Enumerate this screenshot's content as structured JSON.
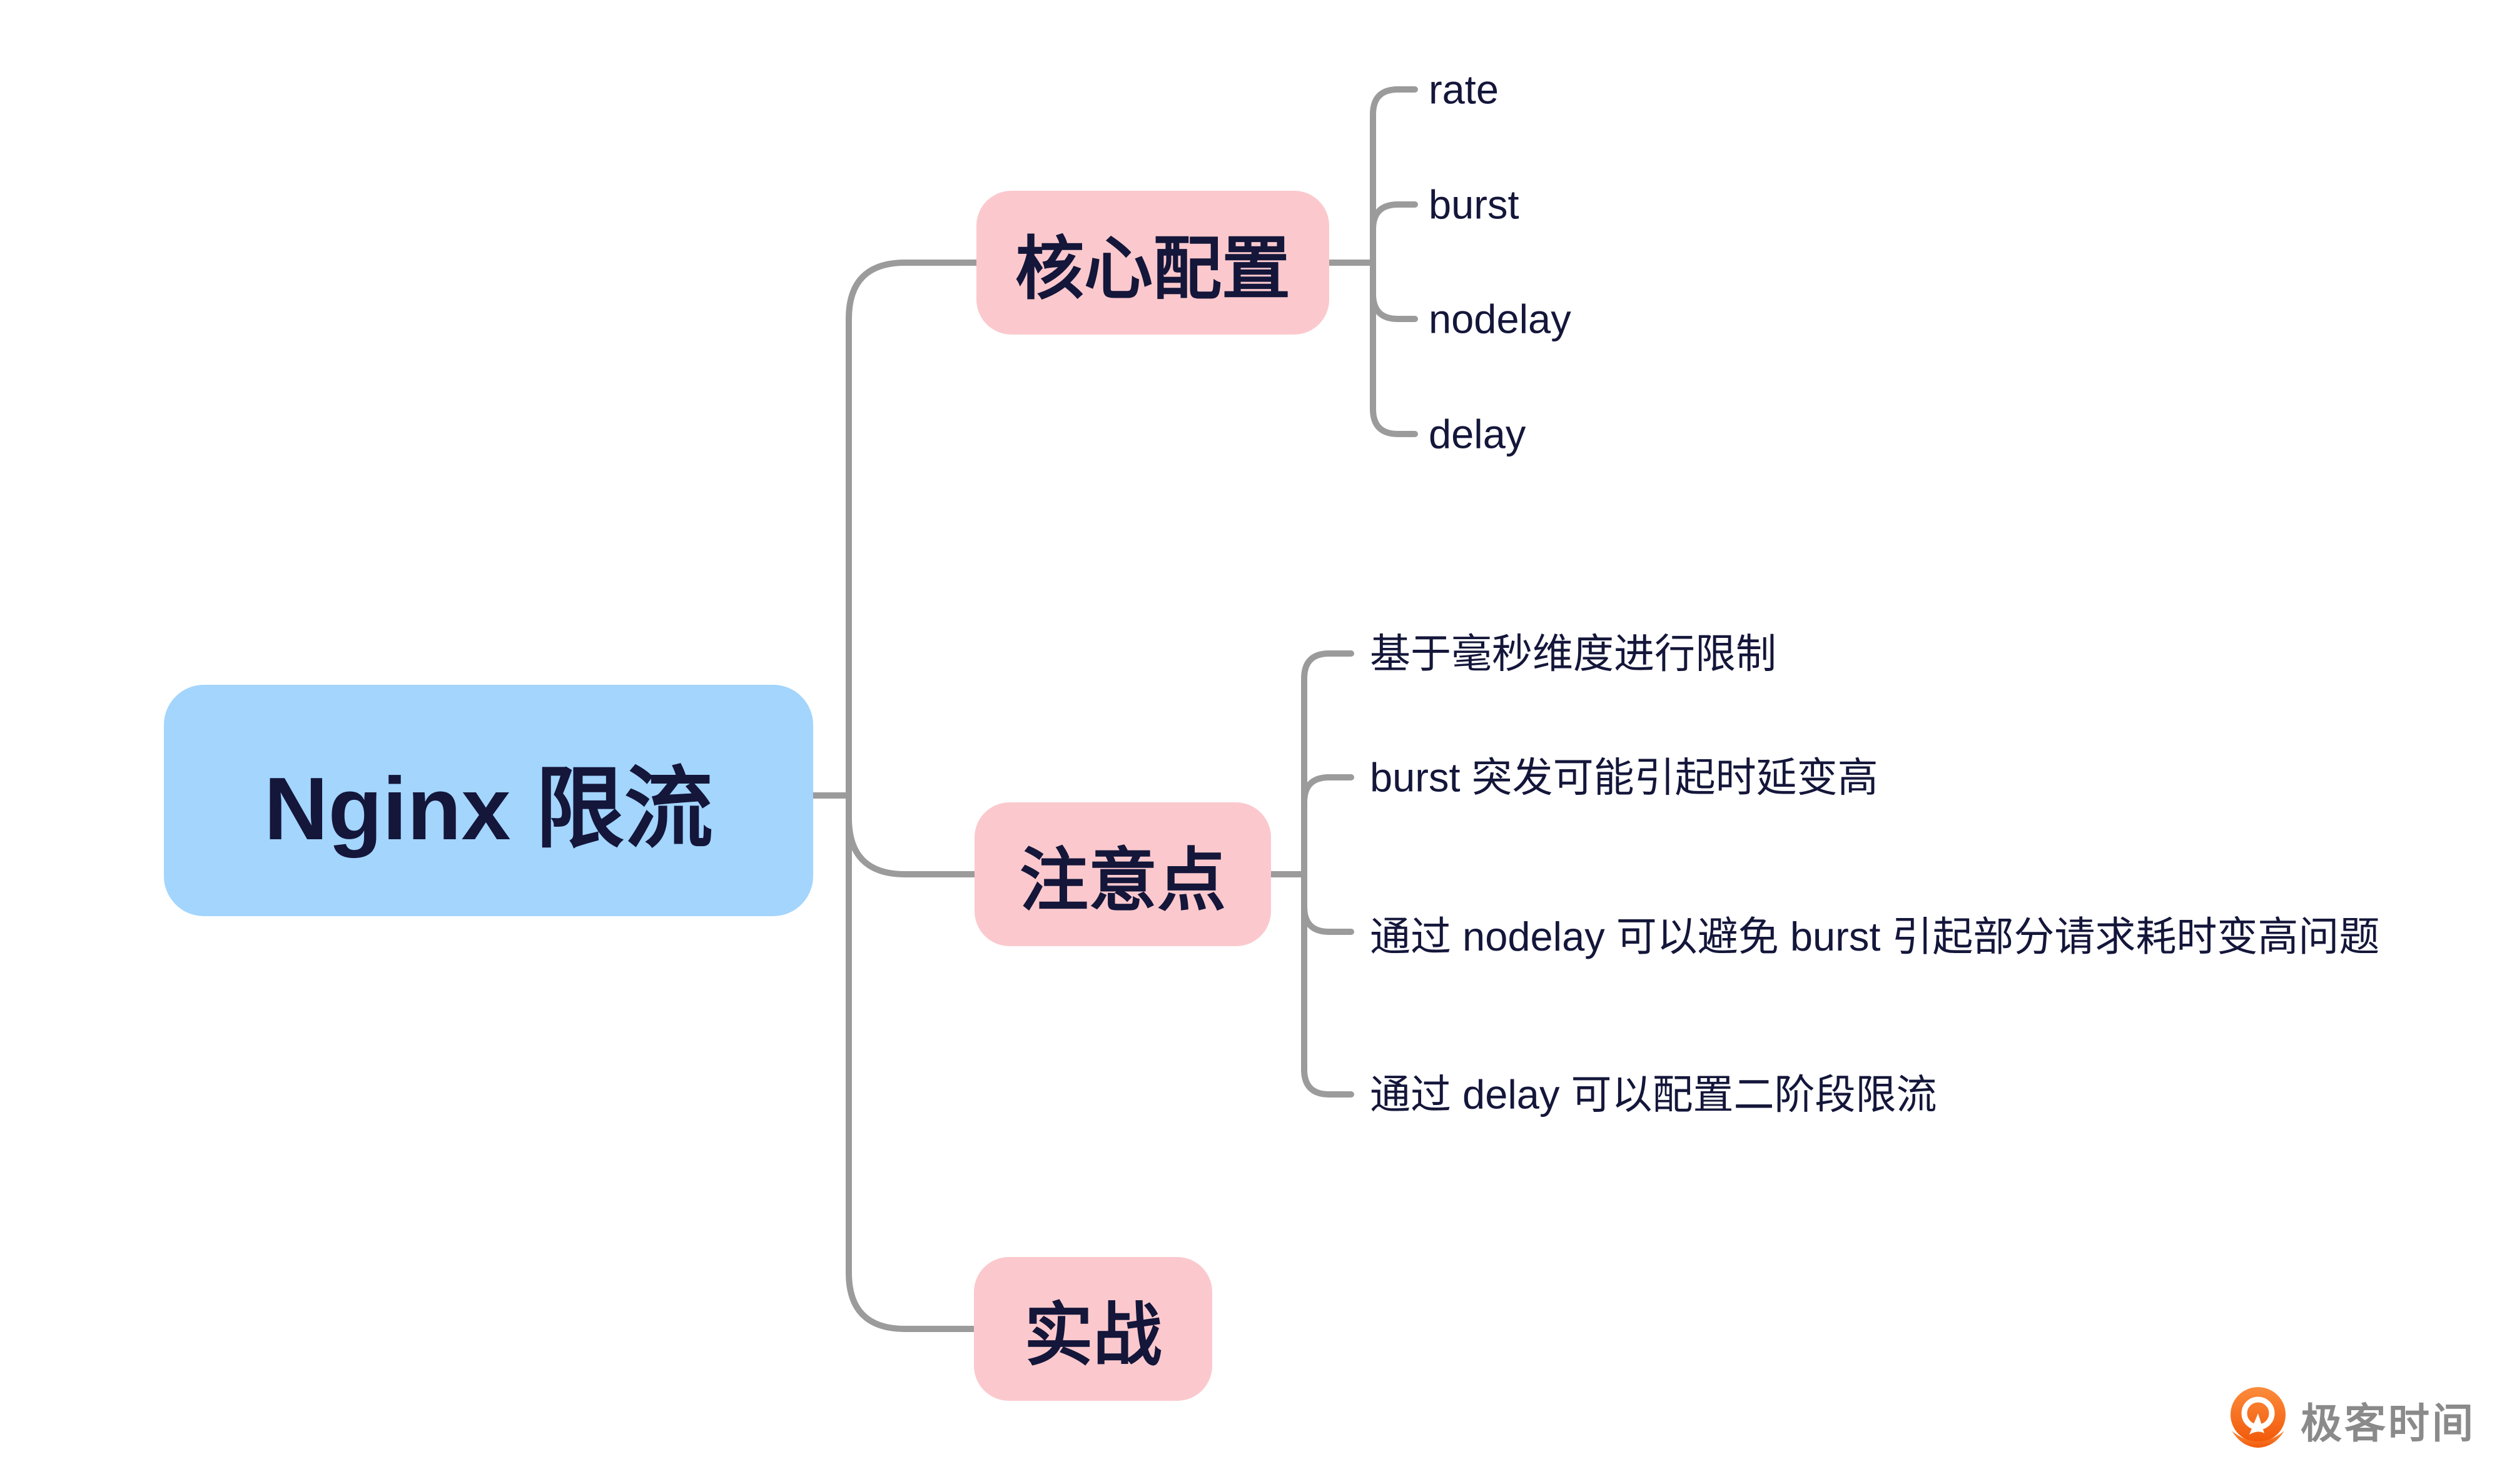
{
  "root": {
    "label": "Nginx 限流"
  },
  "branches": [
    {
      "label": "核心配置",
      "children": [
        {
          "text": "rate"
        },
        {
          "text": "burst"
        },
        {
          "text": "nodelay"
        },
        {
          "text": "delay"
        }
      ]
    },
    {
      "label": "注意点",
      "children": [
        {
          "text": "基于毫秒维度进行限制"
        },
        {
          "text": "burst 突发可能引起时延变高"
        },
        {
          "text": "通过 nodelay 可以避免 burst 引起部分请求耗时变高问题"
        },
        {
          "text": "通过 delay 可以配置二阶段限流"
        }
      ]
    },
    {
      "label": "实战",
      "children": []
    }
  ],
  "watermark": {
    "brand": "极客时间"
  },
  "colors": {
    "root_fill": "#A3D5FD",
    "branch_fill": "#FBC9CD",
    "text_navy": "#14163A",
    "connector_gray": "#9B9B9B",
    "logo_orange": "#F2590A",
    "watermark_gray": "#8A8A8A"
  }
}
